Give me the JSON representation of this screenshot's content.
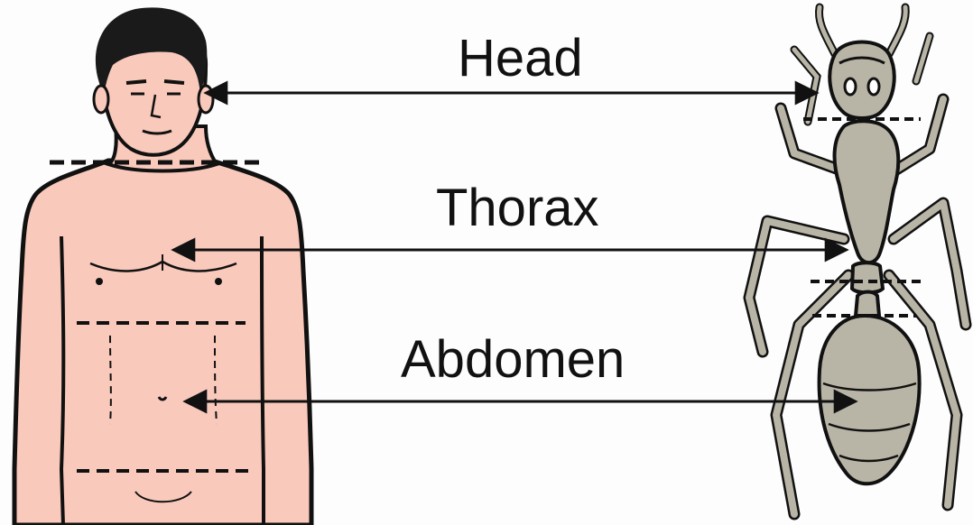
{
  "labels": {
    "head": "Head",
    "thorax": "Thorax",
    "abdomen": "Abdomen"
  },
  "figures": {
    "left": "human-torso-illustration",
    "right": "ant-illustration"
  },
  "colors": {
    "skin": "#f9c9bb",
    "ant_body": "#b9b5a6",
    "outline": "#111111",
    "hair": "#1a1a1a"
  }
}
